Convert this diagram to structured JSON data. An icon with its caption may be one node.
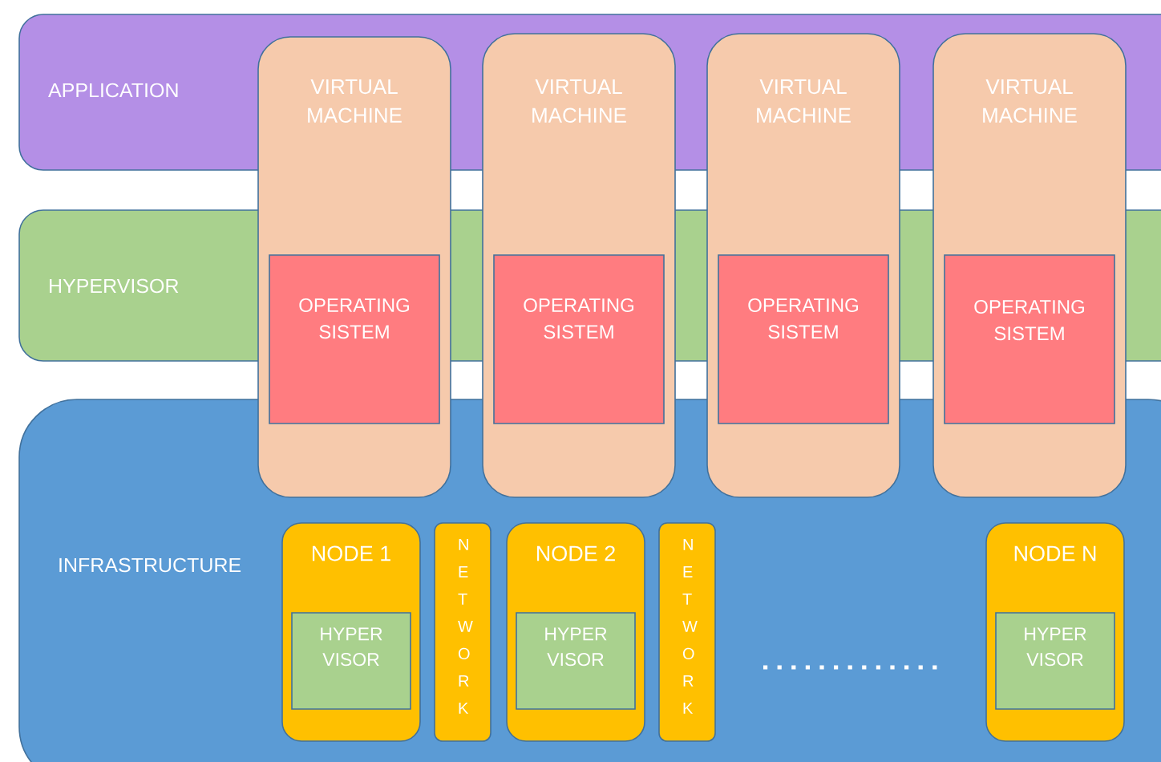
{
  "diagram": {
    "nodes": [
      {
        "text": [
          "APPLICATION"
        ]
      },
      {
        "text": [
          "HYPERVISOR"
        ]
      },
      {
        "text": [
          "INFRASTRUCTURE"
        ]
      },
      {
        "text": [
          "VIRTUAL MACHINE"
        ]
      },
      {
        "text": [
          "OPERATING SISTEM"
        ],
        "in": 3
      },
      {
        "text": [
          "VIRTUAL MACHINE"
        ]
      },
      {
        "text": [
          "OPERATING SISTEM"
        ],
        "in": 5
      },
      {
        "text": [
          "VIRTUAL MACHINE"
        ]
      },
      {
        "text": [
          "OPERATING SISTEM"
        ],
        "in": 7
      },
      {
        "text": [
          "VIRTUAL MACHINE"
        ]
      },
      {
        "text": [
          "OPERATING SISTEM"
        ],
        "in": 9
      },
      {
        "text": [
          "NODE 1"
        ],
        "in": 2
      },
      {
        "text": [
          "HYPER VISOR"
        ],
        "in": 11
      },
      {
        "text": [
          "NETWORK"
        ],
        "in": 2
      },
      {
        "text": [
          "NODE 2"
        ],
        "in": 2
      },
      {
        "text": [
          "HYPER VISOR"
        ],
        "in": 14
      },
      {
        "text": [
          "NETWORK"
        ],
        "in": 2
      },
      {
        "text": [
          "NODE N"
        ],
        "in": 2
      },
      {
        "text": [
          "HYPER VISOR"
        ],
        "in": 17
      }
    ]
  }
}
